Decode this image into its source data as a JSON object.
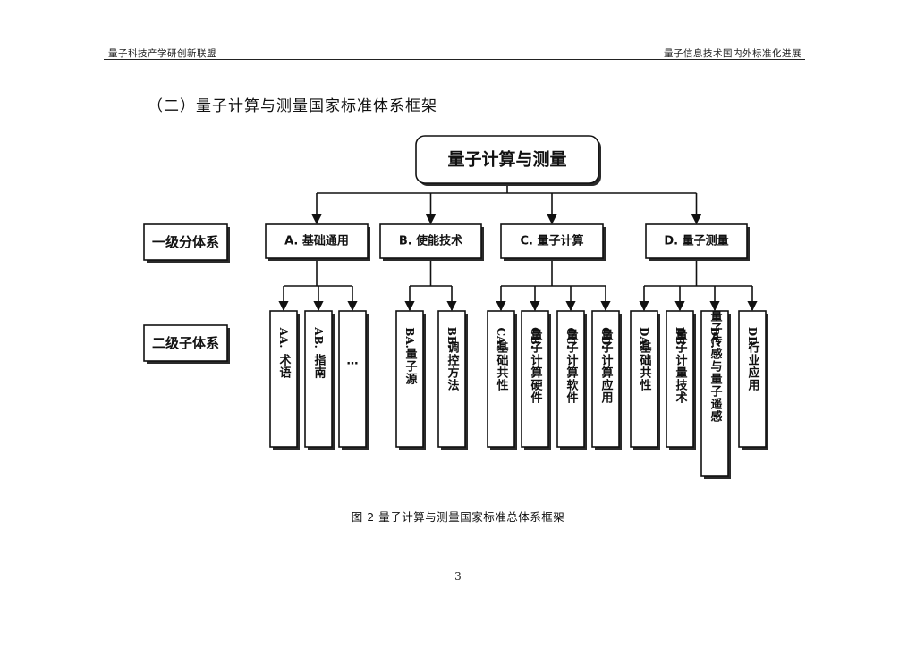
{
  "header": {
    "left": "量子科技产学研创新联盟",
    "right": "量子信息技术国内外标准化进展"
  },
  "section_title": "（二）量子计算与测量国家标准体系框架",
  "diagram": {
    "root": "量子计算与测量",
    "level_labels": {
      "level1": "一级分体系",
      "level2": "二级子体系"
    },
    "level1": [
      {
        "label": "A. 基础通用",
        "children": [
          {
            "code": "AA.",
            "name": "术语"
          },
          {
            "code": "AB.",
            "name": "指南"
          },
          {
            "code": "",
            "name": "…"
          }
        ]
      },
      {
        "label": "B. 使能技术",
        "children": [
          {
            "code": "BA.",
            "name": "量子源"
          },
          {
            "code": "BB.",
            "name": "调控方法"
          }
        ]
      },
      {
        "label": "C. 量子计算",
        "children": [
          {
            "code": "CA.",
            "name": "基础共性"
          },
          {
            "code": "CB.",
            "name": "量子计算硬件"
          },
          {
            "code": "CC.",
            "name": "量子计算软件"
          },
          {
            "code": "CD.",
            "name": "量子计算应用"
          }
        ]
      },
      {
        "label": "D. 量子测量",
        "children": [
          {
            "code": "DA.",
            "name": "基础共性"
          },
          {
            "code": "DB.",
            "name": "量子计量技术"
          },
          {
            "code": "DC.",
            "name": "量子传感与量子遥感"
          },
          {
            "code": "DD.",
            "name": "行业应用"
          }
        ]
      }
    ]
  },
  "caption": "图 2 量子计算与测量国家标准总体系框架",
  "page_number": "3"
}
